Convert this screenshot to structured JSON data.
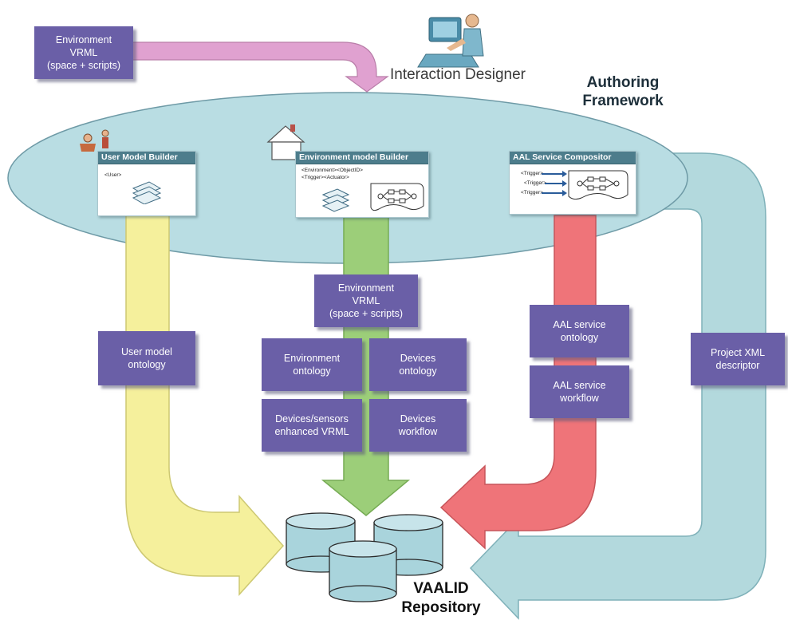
{
  "labels": {
    "interaction_designer": "Interaction Designer",
    "authoring_framework": "Authoring\nFramework",
    "repository": "VAALID\nRepository"
  },
  "panels": {
    "user_model_builder": {
      "title": "User Model Builder",
      "tags": [
        "<User>"
      ]
    },
    "environment_model_builder": {
      "title": "Environment model Builder",
      "tags": [
        "<Environment><ObjectID>",
        "<Trigger><Actuator>"
      ]
    },
    "aal_service_compositor": {
      "title": "AAL Service Compositor",
      "tags": [
        "<Trigger>",
        "<Trigger>",
        "<Trigger>"
      ]
    }
  },
  "boxes": {
    "env_vrml_top": "Environment\nVRML\n(space + scripts)",
    "env_vrml_mid": "Environment\nVRML\n(space + scripts)",
    "user_model_ontology": "User model\nontology",
    "environment_ontology": "Environment\nontology",
    "devices_ontology": "Devices\nontology",
    "devices_sensors_vrml": "Devices/sensors\nenhanced VRML",
    "devices_workflow": "Devices\nworkflow",
    "aal_service_ontology": "AAL service\nontology",
    "aal_service_workflow": "AAL service\nworkflow",
    "project_xml": "Project XML\ndescriptor"
  },
  "colors": {
    "ellipse": "#b9dde3",
    "ellipse_stroke": "#6e9aa6",
    "yellow_arrow": "#f5f09c",
    "green_arrow": "#9cce79",
    "red_arrow": "#ef7479",
    "blue_arrow": "#b3d9dd",
    "pink_arrow": "#e0a1d0",
    "box": "#6a5fa7",
    "cylinder": "#a9d4dc"
  }
}
